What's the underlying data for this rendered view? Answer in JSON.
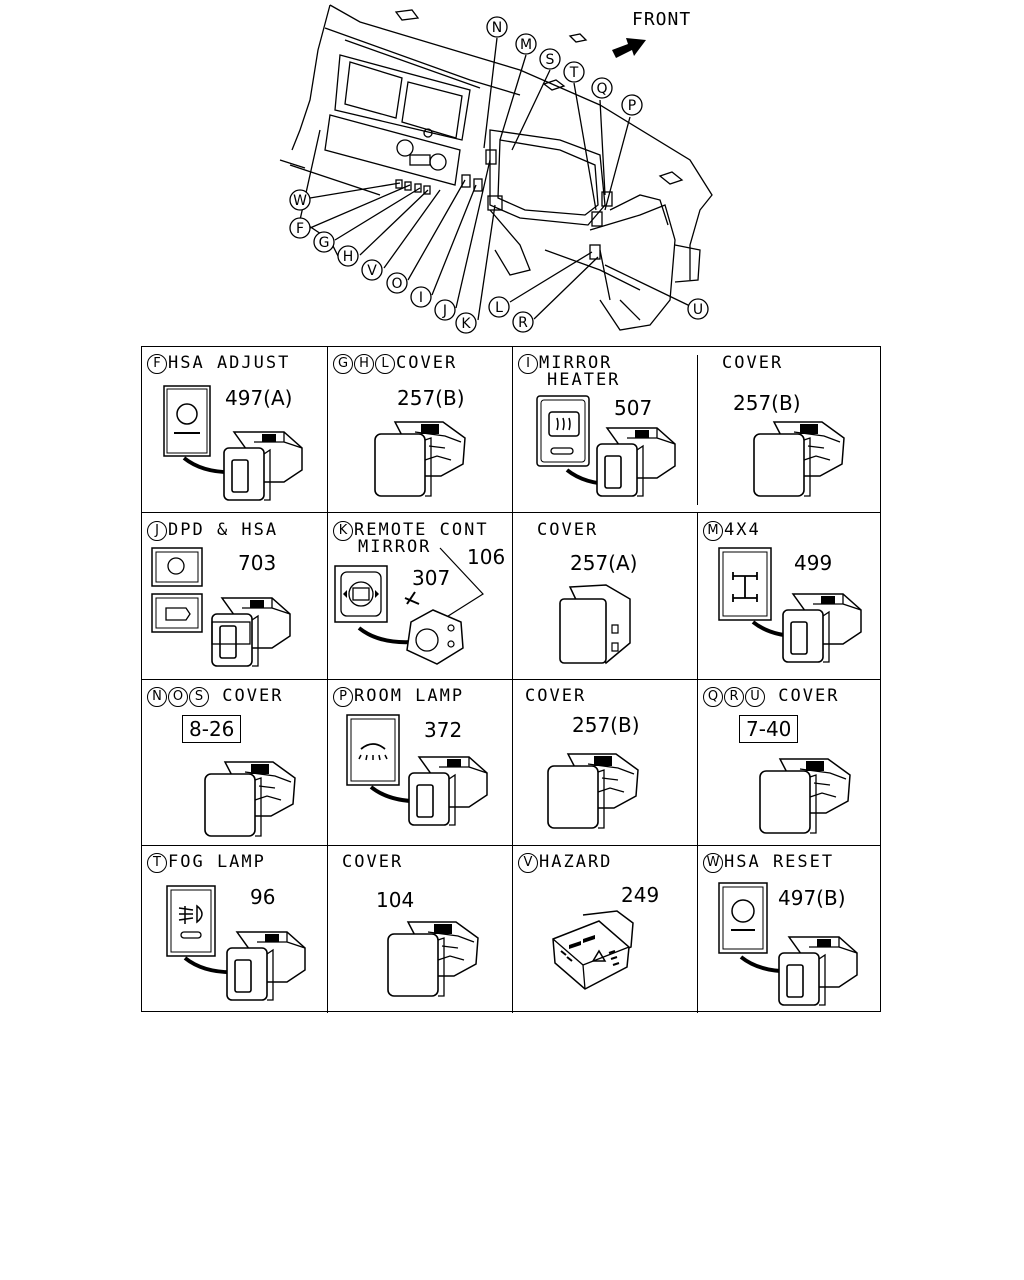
{
  "overview": {
    "front_label": "FRONT",
    "callouts": [
      "N",
      "M",
      "S",
      "T",
      "Q",
      "P",
      "W",
      "F",
      "G",
      "H",
      "V",
      "O",
      "I",
      "J",
      "K",
      "L",
      "R",
      "U"
    ]
  },
  "cells": [
    {
      "id": "F",
      "title": "HSA ADJUST",
      "letters": [
        "F"
      ],
      "part": "497(A)"
    },
    {
      "id": "GHL",
      "title": "COVER",
      "letters": [
        "G",
        "H",
        "L"
      ],
      "part": "257(B)"
    },
    {
      "id": "I",
      "title": "MIRROR",
      "title2": "HEATER",
      "letters": [
        "I"
      ],
      "part": "507"
    },
    {
      "id": "I-cover",
      "title": "COVER",
      "letters": [],
      "part": "257(B)"
    },
    {
      "id": "J",
      "title": "DPD & HSA",
      "letters": [
        "J"
      ],
      "part": "703"
    },
    {
      "id": "K",
      "title": "REMOTE CONT",
      "title2": "MIRROR",
      "letters": [
        "K"
      ],
      "part": "106",
      "part2": "307"
    },
    {
      "id": "K-cover",
      "title": "COVER",
      "letters": [],
      "part": "257(A)"
    },
    {
      "id": "M",
      "title": "4X4",
      "letters": [
        "M"
      ],
      "part": "499"
    },
    {
      "id": "NOS",
      "title": "COVER",
      "letters": [
        "N",
        "O",
        "S"
      ],
      "ref": "8-26"
    },
    {
      "id": "P",
      "title": "ROOM LAMP",
      "letters": [
        "P"
      ],
      "part": "372"
    },
    {
      "id": "P-cover",
      "title": "COVER",
      "letters": [],
      "part": "257(B)"
    },
    {
      "id": "QRU",
      "title": "COVER",
      "letters": [
        "Q",
        "R",
        "U"
      ],
      "ref": "7-40"
    },
    {
      "id": "T",
      "title": "FOG LAMP",
      "letters": [
        "T"
      ],
      "part": "96"
    },
    {
      "id": "T-cover",
      "title": "COVER",
      "letters": [],
      "part": "104"
    },
    {
      "id": "V",
      "title": "HAZARD",
      "letters": [
        "V"
      ],
      "part": "249"
    },
    {
      "id": "W",
      "title": "HSA RESET",
      "letters": [
        "W"
      ],
      "part": "497(B)"
    }
  ]
}
